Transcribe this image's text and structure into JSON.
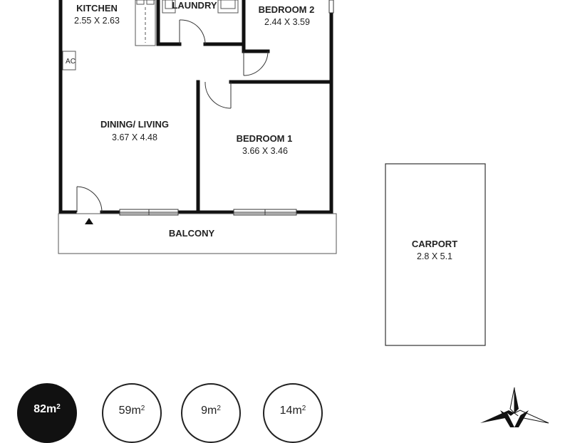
{
  "rooms": {
    "kitchen": {
      "name": "KITCHEN",
      "dims": "2.55 X 2.63"
    },
    "laundry": {
      "name": "LAUNDRY"
    },
    "bedroom2": {
      "name": "BEDROOM 2",
      "dims": "2.44 X 3.59"
    },
    "dining_living": {
      "name": "DINING/ LIVING",
      "dims": "3.67 X 4.48"
    },
    "bedroom1": {
      "name": "BEDROOM 1",
      "dims": "3.66 X 3.46"
    },
    "balcony": {
      "name": "BALCONY"
    },
    "carport": {
      "name": "CARPORT",
      "dims": "2.8 X 5.1"
    }
  },
  "ac_label": "AC",
  "areas": [
    {
      "value": "82m",
      "sup": "2",
      "style": "filled"
    },
    {
      "value": "59m",
      "sup": "2",
      "style": "outline"
    },
    {
      "value": "9m",
      "sup": "2",
      "style": "outline"
    },
    {
      "value": "14m",
      "sup": "2",
      "style": "outline"
    }
  ],
  "colors": {
    "wall": "#111111",
    "line": "#333333",
    "background": "#ffffff"
  },
  "icons": [
    "entry-arrow-icon",
    "compass-icon"
  ]
}
